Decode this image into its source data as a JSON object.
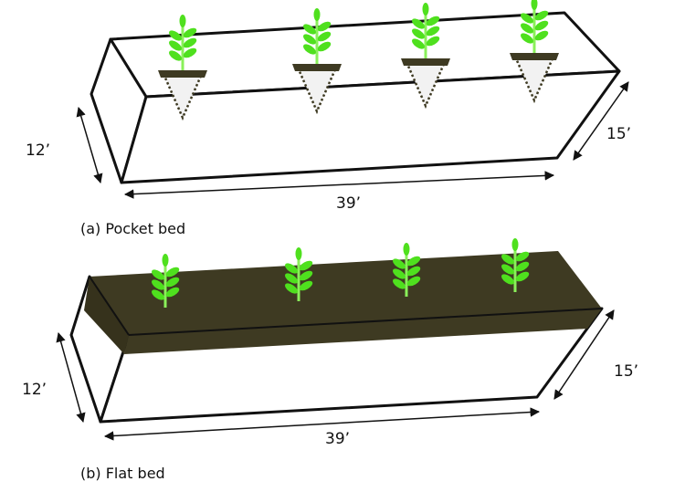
{
  "colors": {
    "soil": "#3e3a22",
    "leaf": "#4fe01e",
    "stem": "#8af05a",
    "line": "#111111",
    "pot": "#f2f2f2"
  },
  "pocket_bed": {
    "caption": "(a) Pocket bed",
    "height_label": "12’",
    "width_label": "15’",
    "length_label": "39’",
    "plant_count": 4
  },
  "flat_bed": {
    "caption": "(b) Flat bed",
    "height_label": "12’",
    "width_label": "15’",
    "length_label": "39’",
    "plant_count": 4
  }
}
